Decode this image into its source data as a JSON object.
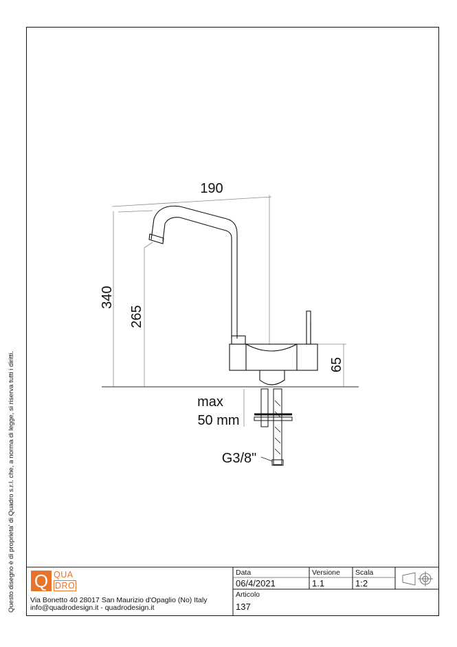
{
  "side_note": "Questo disegno è di proprieta' di Quadro s.r.l. che, a norma di legge, si riserva tutti i diritti.",
  "dimensions": {
    "width": "190",
    "total_height": "340",
    "spout_height": "265",
    "body_height": "65",
    "max_label": "max",
    "max_value": "50 mm",
    "thread": "G3/8\""
  },
  "logo": {
    "letter": "Q",
    "line1": "QUA",
    "line2": "DRO",
    "color": "#e8742a"
  },
  "address": {
    "line1": "Via Bonetto 40  28017 San Maurizio d'Opaglio (No) Italy",
    "line2": "info@quadrodesign.it  -  quadrodesign.it"
  },
  "title_block": {
    "date_label": "Data",
    "date_value": "06/4/2021",
    "version_label": "Versione",
    "version_value": "1.1",
    "scale_label": "Scala",
    "scale_value": "1:2",
    "article_label": "Articolo",
    "article_value": "137"
  }
}
